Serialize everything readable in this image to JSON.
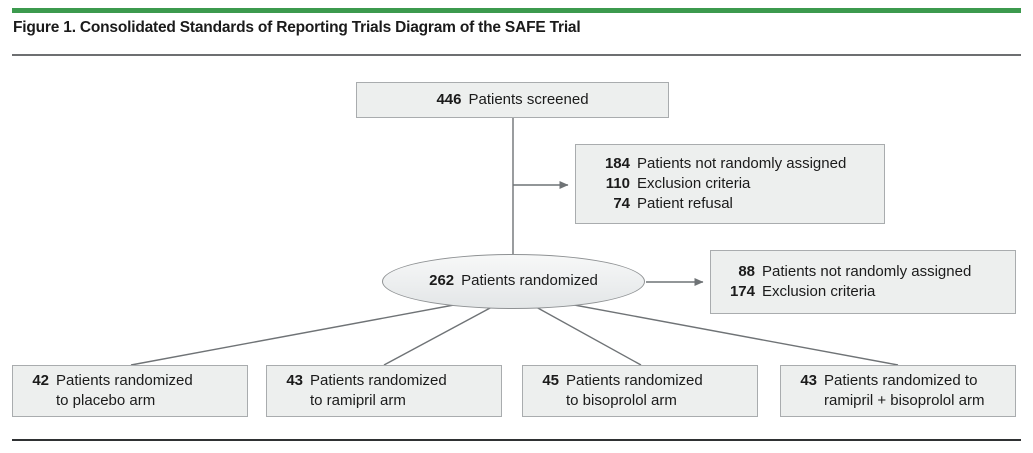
{
  "figure": {
    "title": "Figure 1. Consolidated Standards of Reporting Trials Diagram of the SAFE Trial",
    "accent_color": "#3c9a4e",
    "node_fill": "#edefee",
    "node_border": "#a9acae",
    "connector_color": "#6f7376",
    "text_color": "#1b1b1b"
  },
  "nodes": {
    "screened": {
      "shape": "rectangle",
      "rows": [
        {
          "number": "446",
          "text": "Patients screened"
        }
      ]
    },
    "excluded_from_screened": {
      "shape": "rectangle",
      "rows": [
        {
          "number": "184",
          "text": "Patients not randomly assigned"
        },
        {
          "number": "110",
          "text": "Exclusion criteria"
        },
        {
          "number": "74",
          "text": "Patient refusal"
        }
      ]
    },
    "randomized": {
      "shape": "ellipse",
      "rows": [
        {
          "number": "262",
          "text": "Patients randomized"
        }
      ]
    },
    "excluded_from_randomized": {
      "shape": "rectangle",
      "rows": [
        {
          "number": "88",
          "text": "Patients not randomly assigned"
        },
        {
          "number": "174",
          "text": "Exclusion criteria"
        }
      ]
    },
    "arms": [
      {
        "number": "42",
        "text": "Patients randomized\nto placebo arm"
      },
      {
        "number": "43",
        "text": "Patients randomized\nto ramipril arm"
      },
      {
        "number": "45",
        "text": "Patients randomized\nto bisoprolol arm"
      },
      {
        "number": "43",
        "text": "Patients randomized to\nramipril + bisoprolol arm"
      }
    ]
  },
  "chart_data": {
    "type": "diagram",
    "title": "Figure 1. Consolidated Standards of Reporting Trials Diagram of the SAFE Trial",
    "diagram_kind": "CONSORT flow diagram",
    "flow": [
      {
        "id": "screened",
        "label": "Patients screened",
        "count": 446
      },
      {
        "id": "excluded_from_screened",
        "label": "Patients not randomly assigned",
        "count": 184,
        "breakdown": [
          {
            "label": "Exclusion criteria",
            "count": 110
          },
          {
            "label": "Patient refusal",
            "count": 74
          }
        ]
      },
      {
        "id": "randomized",
        "label": "Patients randomized",
        "count": 262
      },
      {
        "id": "excluded_from_randomized",
        "label": "Patients not randomly assigned",
        "count": 88,
        "breakdown": [
          {
            "label": "Exclusion criteria",
            "count": 174
          }
        ]
      },
      {
        "id": "arm_placebo",
        "label": "Patients randomized to placebo arm",
        "count": 42
      },
      {
        "id": "arm_ramipril",
        "label": "Patients randomized to ramipril arm",
        "count": 43
      },
      {
        "id": "arm_bisoprolol",
        "label": "Patients randomized to bisoprolol arm",
        "count": 45
      },
      {
        "id": "arm_combo",
        "label": "Patients randomized to ramipril + bisoprolol arm",
        "count": 43
      }
    ],
    "edges": [
      {
        "from": "screened",
        "to": "excluded_from_screened",
        "arrow": true
      },
      {
        "from": "screened",
        "to": "randomized",
        "arrow": false
      },
      {
        "from": "randomized",
        "to": "excluded_from_randomized",
        "arrow": true
      },
      {
        "from": "randomized",
        "to": "arm_placebo",
        "arrow": false
      },
      {
        "from": "randomized",
        "to": "arm_ramipril",
        "arrow": false
      },
      {
        "from": "randomized",
        "to": "arm_bisoprolol",
        "arrow": false
      },
      {
        "from": "randomized",
        "to": "arm_combo",
        "arrow": false
      }
    ]
  }
}
